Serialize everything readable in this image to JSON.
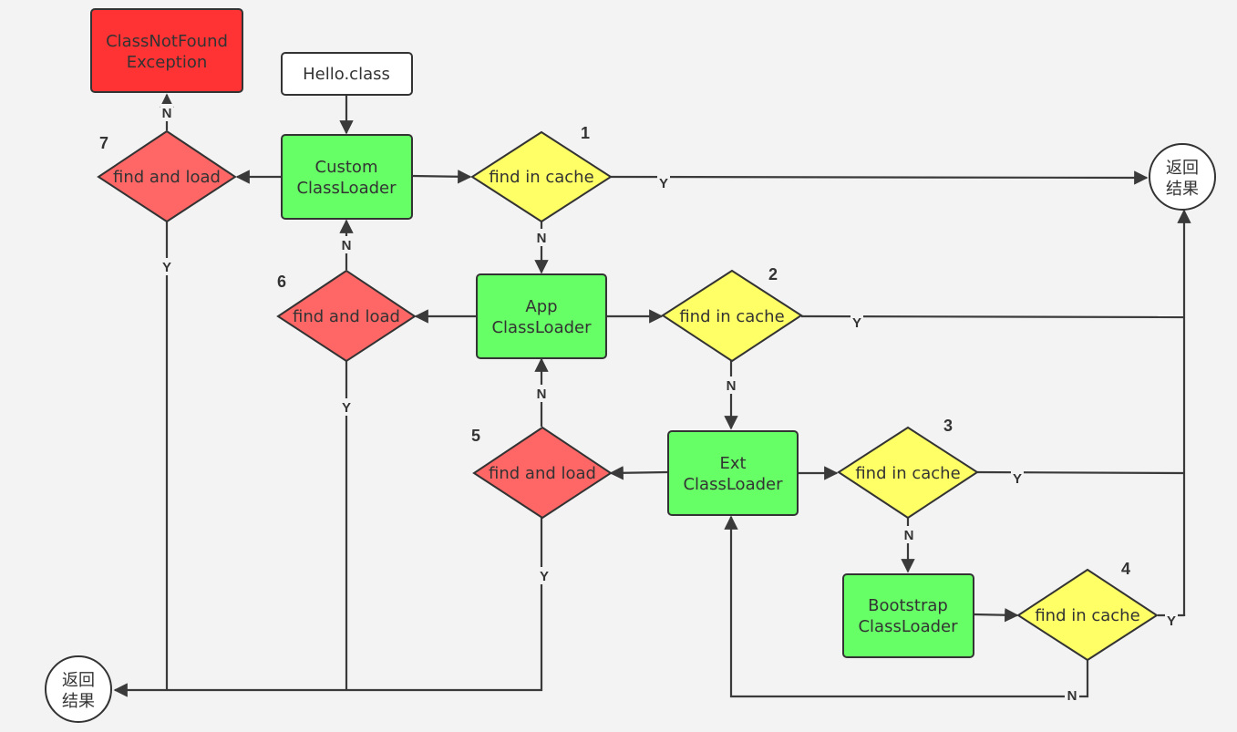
{
  "colors": {
    "background": "#f3f3f3",
    "loader_fill": "#66ff66",
    "cache_fill": "#ffff66",
    "load_fill": "#ff6666",
    "exception_fill": "#ff3333",
    "stroke": "#333333"
  },
  "nodes": {
    "exception": {
      "lines": [
        "ClassNotFound",
        "Exception"
      ]
    },
    "hello": {
      "lines": [
        "Hello.class"
      ]
    },
    "custom_loader": {
      "lines": [
        "Custom",
        "ClassLoader"
      ]
    },
    "app_loader": {
      "lines": [
        "App",
        "ClassLoader"
      ]
    },
    "ext_loader": {
      "lines": [
        "Ext",
        "ClassLoader"
      ]
    },
    "bootstrap_loader": {
      "lines": [
        "Bootstrap",
        "ClassLoader"
      ]
    },
    "cache1": {
      "label": "find in cache",
      "step": "1"
    },
    "cache2": {
      "label": "find in cache",
      "step": "2"
    },
    "cache3": {
      "label": "find in cache",
      "step": "3"
    },
    "cache4": {
      "label": "find in cache",
      "step": "4"
    },
    "load5": {
      "label": "find and load",
      "step": "5"
    },
    "load6": {
      "label": "find and load",
      "step": "6"
    },
    "load7": {
      "label": "find and load",
      "step": "7"
    },
    "return_top": {
      "lines": [
        "返回",
        "结果"
      ]
    },
    "return_bottom": {
      "lines": [
        "返回",
        "结果"
      ]
    }
  },
  "edge_labels": {
    "yes": "Y",
    "no": "N"
  }
}
